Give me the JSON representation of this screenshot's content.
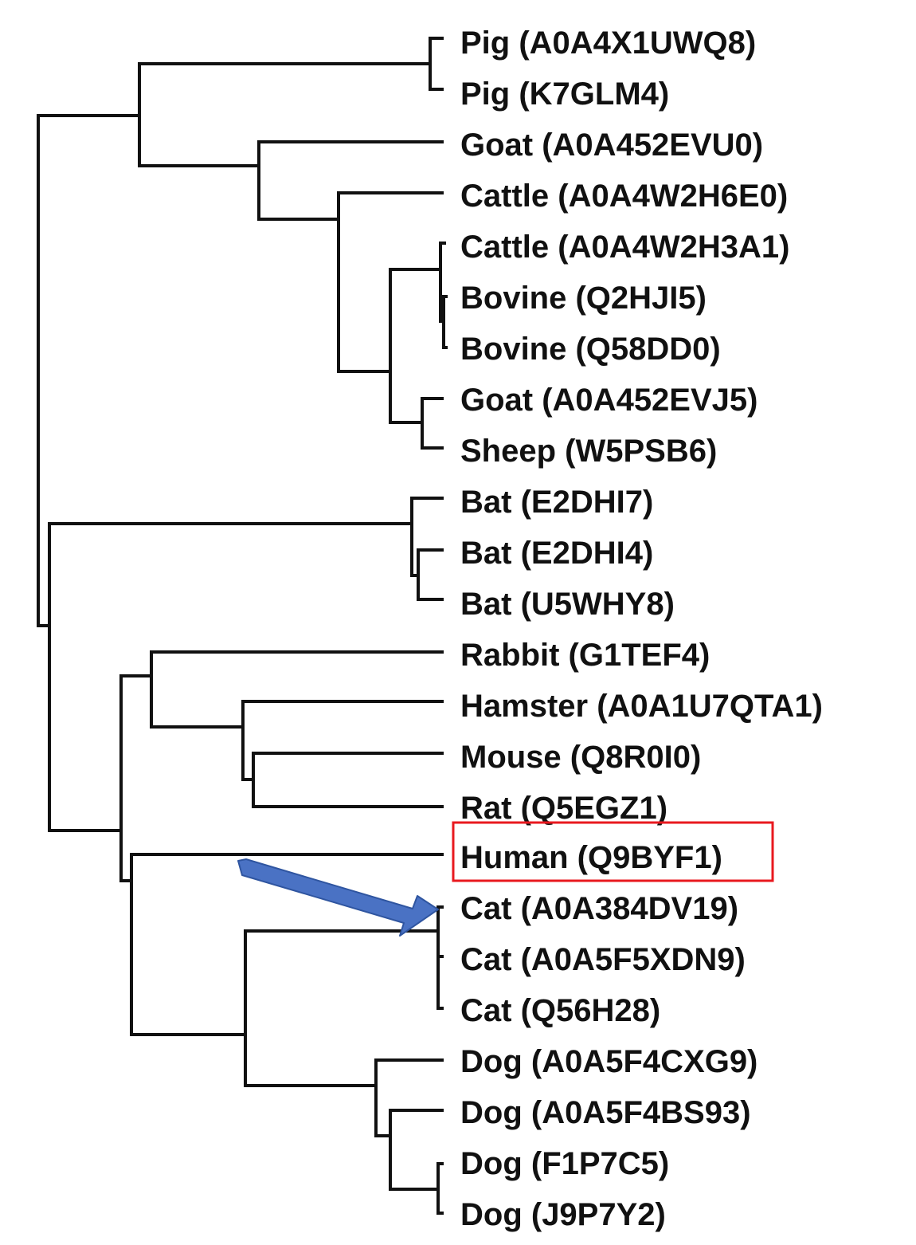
{
  "leaves": [
    "Pig (A0A4X1UWQ8)",
    "Pig (K7GLM4)",
    "Goat (A0A452EVU0)",
    "Cattle (A0A4W2H6E0)",
    "Cattle (A0A4W2H3A1)",
    "Bovine (Q2HJI5)",
    "Bovine (Q58DD0)",
    "Goat (A0A452EVJ5)",
    "Sheep (W5PSB6)",
    "Bat (E2DHI7)",
    "Bat (E2DHI4)",
    "Bat (U5WHY8)",
    "Rabbit (G1TEF4)",
    "Hamster (A0A1U7QTA1)",
    "Mouse (Q8R0I0)",
    "Rat (Q5EGZ1)",
    "Human (Q9BYF1)",
    "Cat (A0A384DV19)",
    "Cat (A0A5F5XDN9)",
    "Cat (Q56H28)",
    "Dog (A0A5F4CXG9)",
    "Dog (A0A5F4BS93)",
    "Dog (F1P7C5)",
    "Dog (J9P7Y2)"
  ],
  "highlight": {
    "leaf": "Human (Q9BYF1)",
    "color": "#e8191f"
  },
  "arrow": {
    "target": "Cat clade",
    "color": "#4a72c4",
    "stroke": "#2f55a0"
  },
  "colors": {
    "lines": "#111111",
    "text": "#111111"
  }
}
